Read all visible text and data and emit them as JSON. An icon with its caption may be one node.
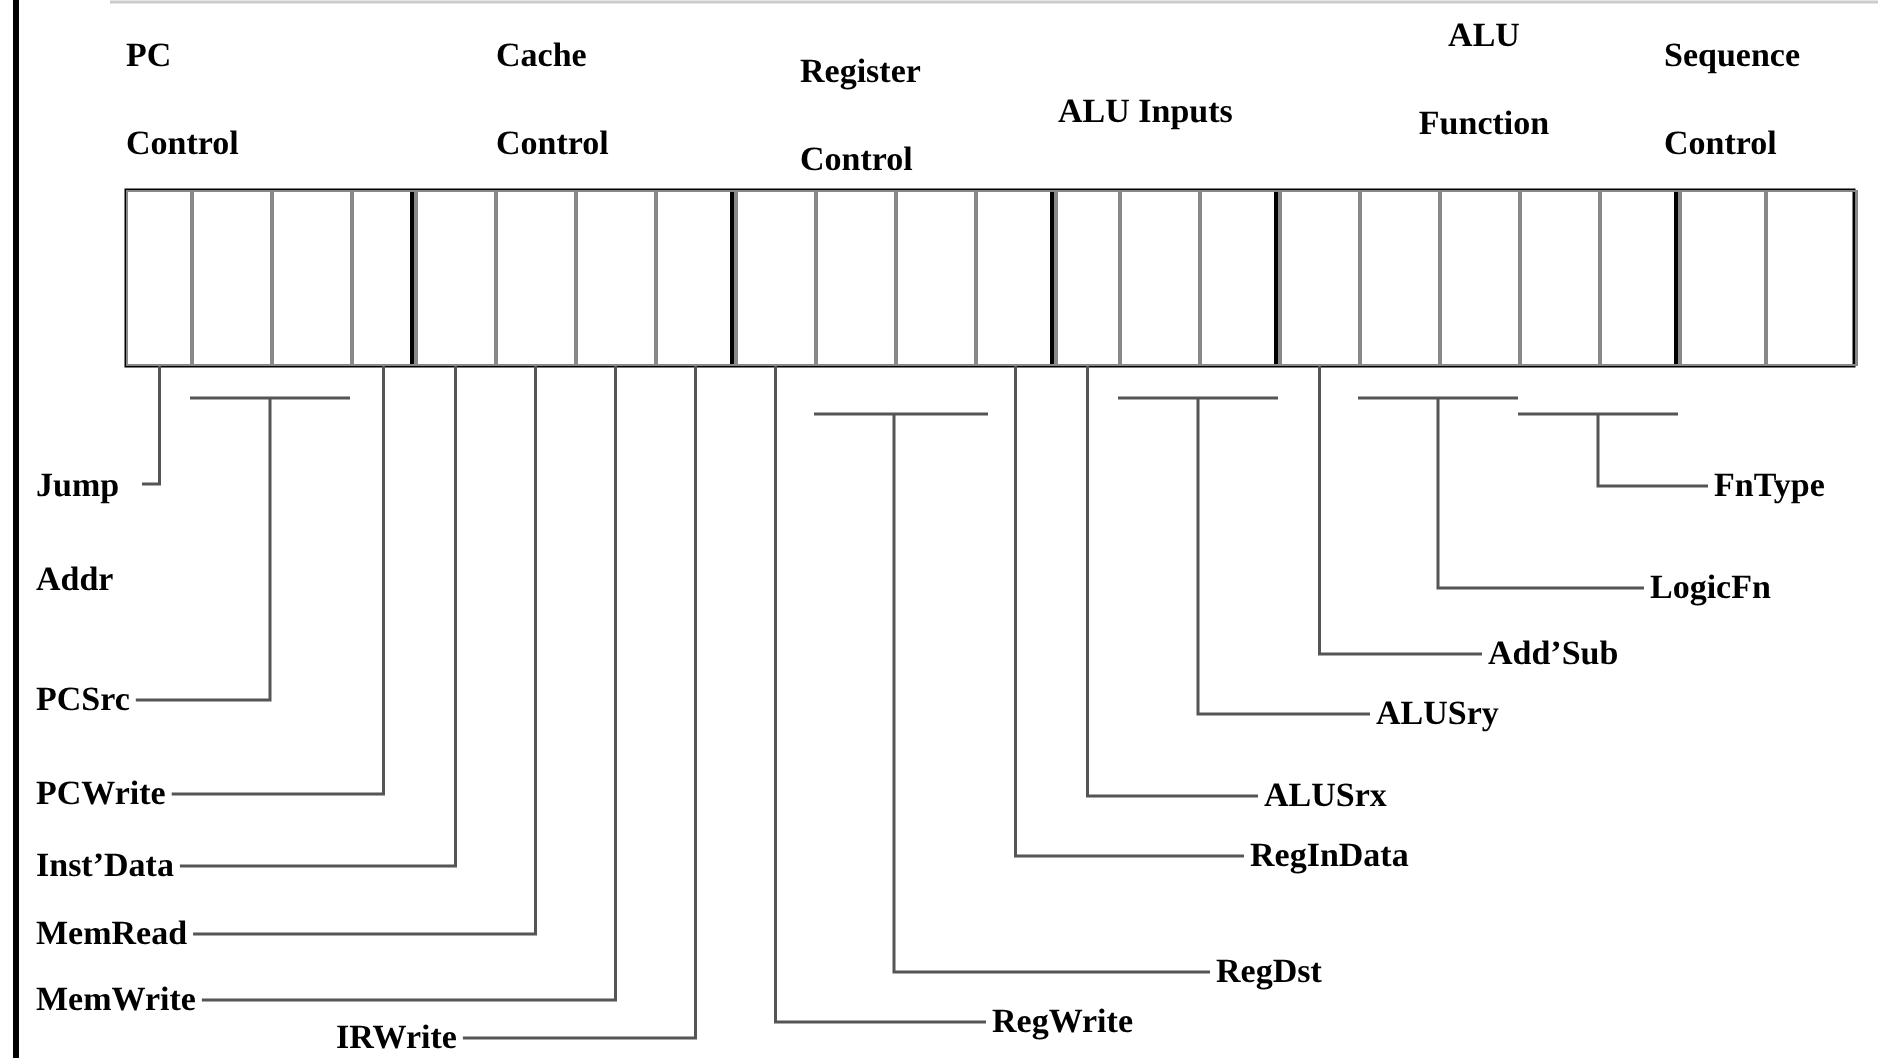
{
  "diagram": {
    "nodes": [
      {
        "text": [],
        "shape": "box"
      },
      {
        "text": [],
        "shape": "box"
      },
      {
        "text": [],
        "shape": "box"
      },
      {
        "text": [],
        "shape": "box"
      },
      {
        "text": [],
        "shape": "box"
      },
      {
        "text": [],
        "shape": "box"
      },
      {
        "text": [],
        "shape": "box"
      },
      {
        "text": [],
        "shape": "box"
      },
      {
        "text": [],
        "shape": "box"
      },
      {
        "text": [],
        "shape": "box"
      },
      {
        "text": [],
        "shape": "box"
      },
      {
        "text": [],
        "shape": "box"
      },
      {
        "text": [],
        "shape": "box"
      },
      {
        "text": [],
        "shape": "box"
      },
      {
        "text": [],
        "shape": "box"
      },
      {
        "text": [],
        "shape": "box"
      },
      {
        "text": [],
        "shape": "box"
      },
      {
        "text": [],
        "shape": "box"
      },
      {
        "text": [],
        "shape": "box"
      },
      {
        "text": [],
        "shape": "box"
      },
      {
        "text": [],
        "shape": "box"
      },
      {
        "text": [],
        "shape": "box"
      },
      {
        "text": [
          "FnType"
        ]
      },
      {
        "text": [
          "Jump Addr"
        ]
      },
      {
        "text": [
          "LogicFn"
        ]
      },
      {
        "text": [
          "Add’Sub"
        ]
      },
      {
        "text": [
          "ALUSry"
        ]
      },
      {
        "text": [
          "PCSrc"
        ]
      },
      {
        "text": [
          "ALUSrx"
        ]
      },
      {
        "text": [
          "PCWrite"
        ]
      },
      {
        "text": [
          "Inst’Data"
        ]
      },
      {
        "text": [
          "RegInData"
        ]
      },
      {
        "text": [
          "MemRead"
        ]
      },
      {
        "text": [
          "RegDst"
        ]
      },
      {
        "text": [
          "MemWrite"
        ]
      },
      {
        "text": [
          "IRWrite"
        ]
      },
      {
        "text": [
          "RegWrite"
        ]
      }
    ],
    "edges": [
      {
        "from": 23,
        "to": 0,
        "arrow": "none"
      },
      {
        "from": 27,
        "to": null,
        "arrow": "none"
      },
      {
        "from": 29,
        "to": 3,
        "arrow": "none"
      },
      {
        "from": 30,
        "to": 4,
        "arrow": "none"
      },
      {
        "from": 32,
        "to": 5,
        "arrow": "none"
      },
      {
        "from": 34,
        "to": 6,
        "arrow": "none"
      },
      {
        "from": 35,
        "to": 7,
        "arrow": "none"
      },
      {
        "from": 36,
        "to": 8,
        "arrow": "none"
      },
      {
        "from": 33,
        "to": null,
        "arrow": "none"
      },
      {
        "from": 31,
        "to": 11,
        "arrow": "none"
      },
      {
        "from": 28,
        "to": 12,
        "arrow": "none"
      },
      {
        "from": 26,
        "to": null,
        "arrow": "none"
      },
      {
        "from": 25,
        "to": 15,
        "arrow": "none"
      },
      {
        "from": 24,
        "to": null,
        "arrow": "none"
      },
      {
        "from": 22,
        "to": null,
        "arrow": "none"
      }
    ],
    "labels": [
      "PC Control",
      "Cache Control",
      "Register Control",
      "ALU Inputs",
      "ALU Function",
      "Sequence Control"
    ]
  }
}
